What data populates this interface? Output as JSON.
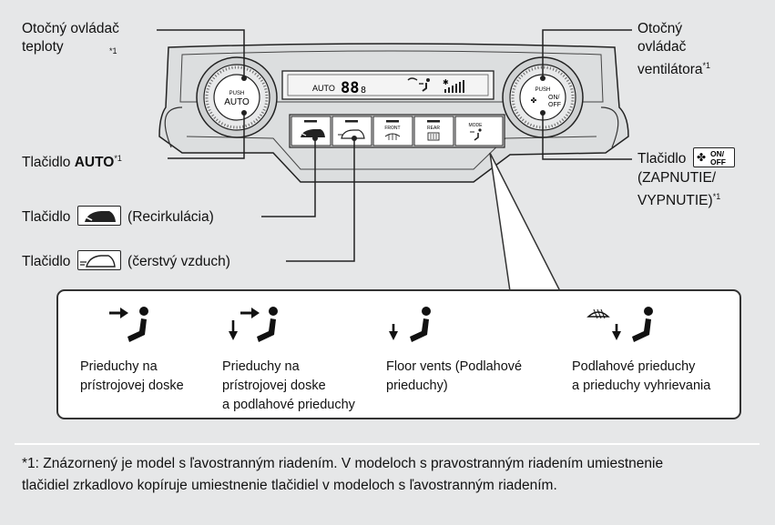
{
  "labels": {
    "temp_knob": "Otočný ovládač\nteploty",
    "temp_knob_sup": "*1",
    "fan_knob_l1": "Otočný",
    "fan_knob_l2": "ovládač",
    "fan_knob_l3": "ventilátora",
    "fan_knob_sup": "*1",
    "auto_prefix": "Tlačidlo ",
    "auto_bold": "AUTO",
    "auto_sup": "*1",
    "onoff_prefix": "Tlačidlo",
    "onoff_btn_on": "ON/",
    "onoff_btn_off": "OFF",
    "onoff_l2": "(ZAPNUTIE/",
    "onoff_l3": "VYPNUTIE)",
    "onoff_sup": "*1",
    "recirc_prefix": "Tlačidlo",
    "recirc_suffix": "(Recirkulácia)",
    "fresh_prefix": "Tlačidlo",
    "fresh_suffix": "(čerstvý vzduch)"
  },
  "panel": {
    "display_auto": "AUTO",
    "display_digits": "88",
    "display_digit_small": "8",
    "left_knob_push": "PUSH",
    "left_knob_auto": "AUTO",
    "right_knob_push": "PUSH",
    "right_knob_on": "ON/",
    "right_knob_off": "OFF",
    "btn_front": "FRONT",
    "btn_rear": "REAR",
    "btn_mode": "MODE"
  },
  "modes": [
    {
      "icon": "dashboard-vents-icon",
      "caption": "Prieduchy na\nprístrojovej doske"
    },
    {
      "icon": "dashboard-and-floor-vents-icon",
      "caption": "Prieduchy na\nprístrojovej doske\na podlahové prieduchy"
    },
    {
      "icon": "floor-vents-icon",
      "caption": "Floor vents (Podlahové\nprieduchy)"
    },
    {
      "icon": "floor-and-defrost-vents-icon",
      "caption": "Podlahové prieduchy\na prieduchy vyhrievania"
    }
  ],
  "footnote": "*1: Znázornený je model s ľavostranným riadením. V modeloch s pravostranným riadením umiestnenie\ntlačidiel zrkadlovo kopíruje umiestnenie tlačidiel v modeloch s ľavostranným riadením."
}
